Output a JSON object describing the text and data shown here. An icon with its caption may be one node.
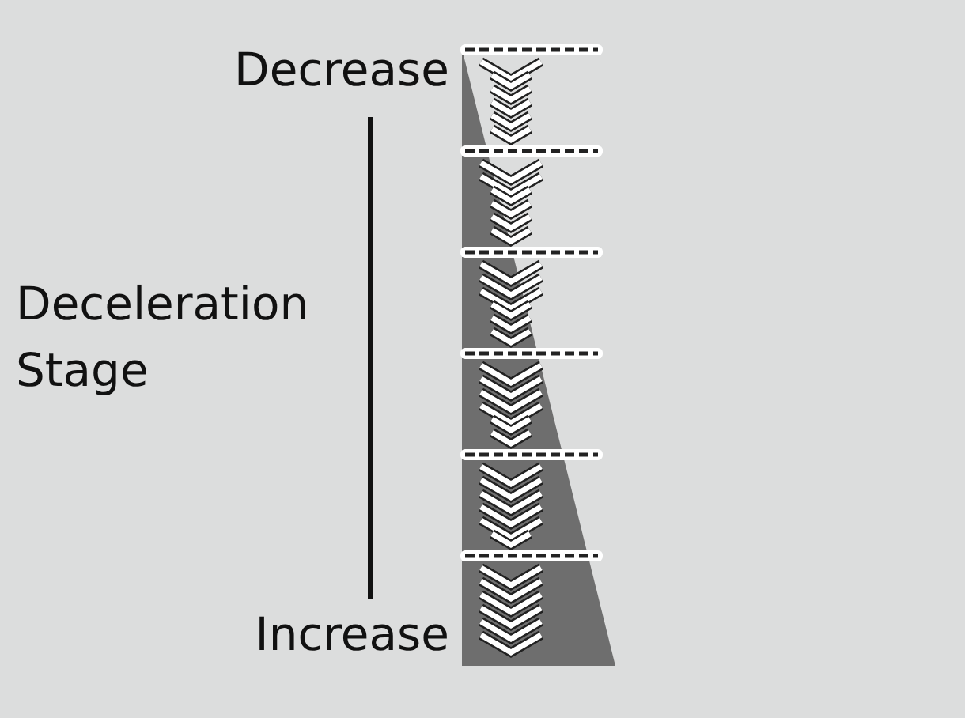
{
  "diagram": {
    "labels": [
      "Decrease",
      "Deceleration Stage",
      "Increase"
    ]
  }
}
